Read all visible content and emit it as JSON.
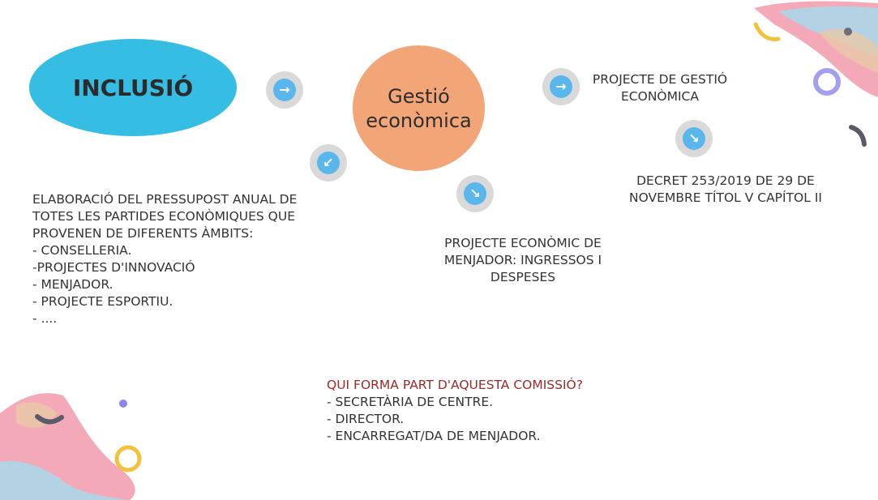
{
  "nodes": {
    "inclusio": "INCLUSIÓ",
    "gestio": "Gestió\neconòmica"
  },
  "text": {
    "projecte_gestio": "PROJECTE DE GESTIÓ ECONÒMICA",
    "decret": "DECRET 253/2019 DE 29 DE NOVEMBRE TÍTOL V CAPÍTOL II",
    "elaboracio": [
      "ELABORACIÓ DEL PRESSUPOST ANUAL DE",
      "TOTES LES PARTIDES ECONÒMIQUES QUE",
      "PROVENEN DE DIFERENTS ÀMBITS:",
      "- CONSELLERIA.",
      "-PROJECTES D'INNOVACIÓ",
      "- MENJADOR.",
      "- PROJECTE ESPORTIU.",
      "- ...."
    ],
    "projecte_economic": "PROJECTE ECONÒMIC DE MENJADOR: INGRESSOS I DESPESES",
    "qui": {
      "title": "QUI FORMA PART D'AQUESTA COMISSIÓ?",
      "items": [
        "- SECRETÀRIA DE CENTRE.",
        "- DIRECTOR.",
        "- ENCARREGAT/DA DE MENJADOR."
      ]
    }
  },
  "arrows": {
    "a1": "→",
    "a2": "→",
    "a3": "↙",
    "a4": "↘",
    "a5": "↘"
  },
  "colors": {
    "inclusio_fill": "#35bde3",
    "gestio_fill": "#f2a576",
    "arrow_fill": "#5ab7ec",
    "arrow_ring": "#d9d9d9",
    "qui_title": "#9b2b2b"
  }
}
